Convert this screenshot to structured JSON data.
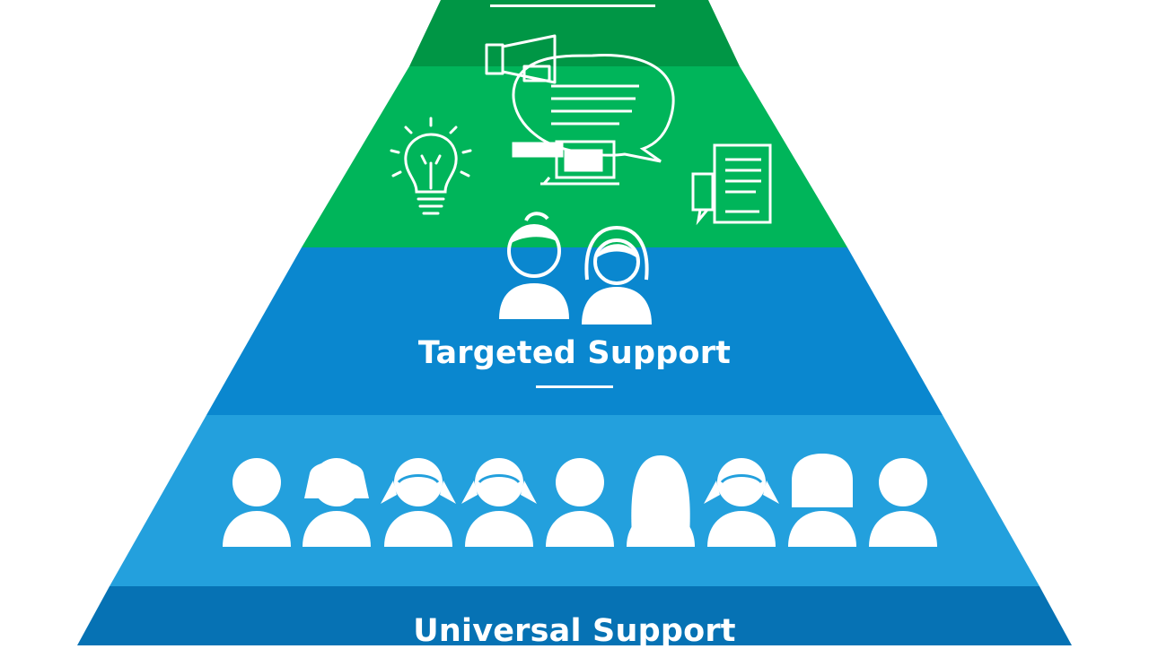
{
  "pyramid": {
    "tiers": [
      {
        "id": "intensive",
        "label": "",
        "color": "#009645"
      },
      {
        "id": "intensive-lower",
        "label": "",
        "color": "#00b55a"
      },
      {
        "id": "targeted",
        "label": "Targeted Support",
        "color": "#0a87cf"
      },
      {
        "id": "universal-people",
        "label": "",
        "color": "#23a0dd"
      },
      {
        "id": "universal",
        "label": "Universal Support",
        "color": "#0672b4"
      }
    ]
  },
  "icons": {
    "top_tier": [
      "megaphone-icon",
      "speech-bubble-icon",
      "computer-icon",
      "lightbulb-icon",
      "document-icon"
    ],
    "targeted_people": [
      "boy-avatar-icon",
      "girl-avatar-icon"
    ],
    "universal_people": [
      "person-icon",
      "person-short-hair-icon",
      "girl-pigtails-icon",
      "girl-pigtails-icon",
      "person-icon",
      "person-long-hair-icon",
      "girl-pigtails-icon",
      "person-bob-hair-icon",
      "person-icon"
    ]
  }
}
